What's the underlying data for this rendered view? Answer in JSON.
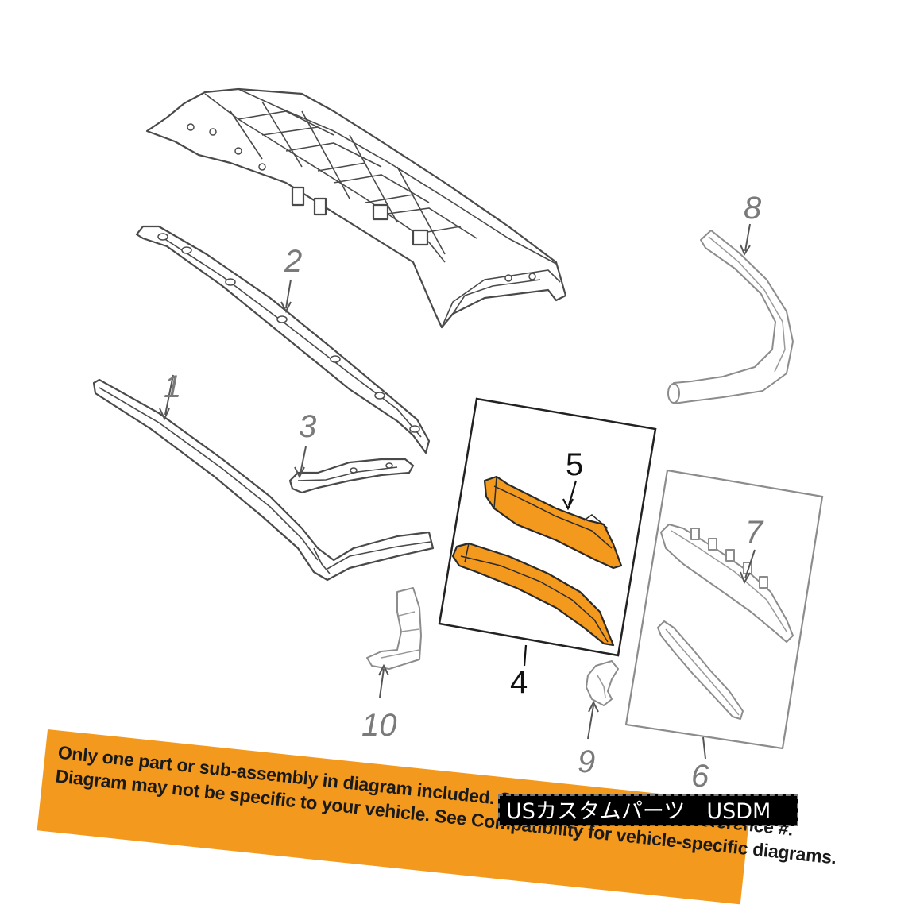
{
  "callouts": {
    "c1": "1",
    "c2": "2",
    "c3": "3",
    "c4": "4",
    "c5": "5",
    "c6": "6",
    "c7": "7",
    "c8": "8",
    "c9": "9",
    "c10": "10"
  },
  "banner": {
    "line1": "Only one part or sub-assembly in diagram included. See Item Specifics for Reference #.",
    "line2": "Diagram may not be specific to your vehicle. See Compatibility for vehicle-specific diagrams."
  },
  "watermark": {
    "text": "USカスタムパーツ　USDM"
  },
  "colors": {
    "highlight": "#f39a1e",
    "banner": "#f39a1e",
    "watermark_bg": "#000000"
  }
}
